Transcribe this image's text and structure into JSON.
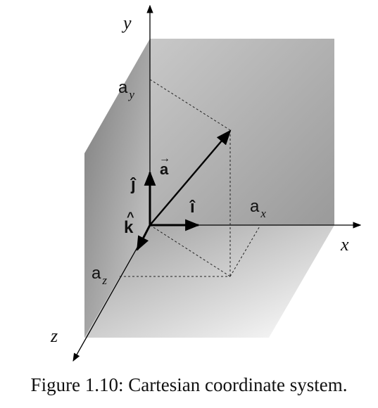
{
  "axes": {
    "x": "x",
    "y": "y",
    "z": "z"
  },
  "components": {
    "ax_base": "a",
    "ax_sub": "x",
    "ay_base": "a",
    "ay_sub": "y",
    "az_base": "a",
    "az_sub": "z"
  },
  "unit_vectors": {
    "i": "î",
    "j": "ĵ",
    "k": "k",
    "k_hat": "^"
  },
  "vector": {
    "a": "a",
    "a_arrow": "→"
  },
  "caption": "Figure 1.10: Cartesian coordinate system."
}
